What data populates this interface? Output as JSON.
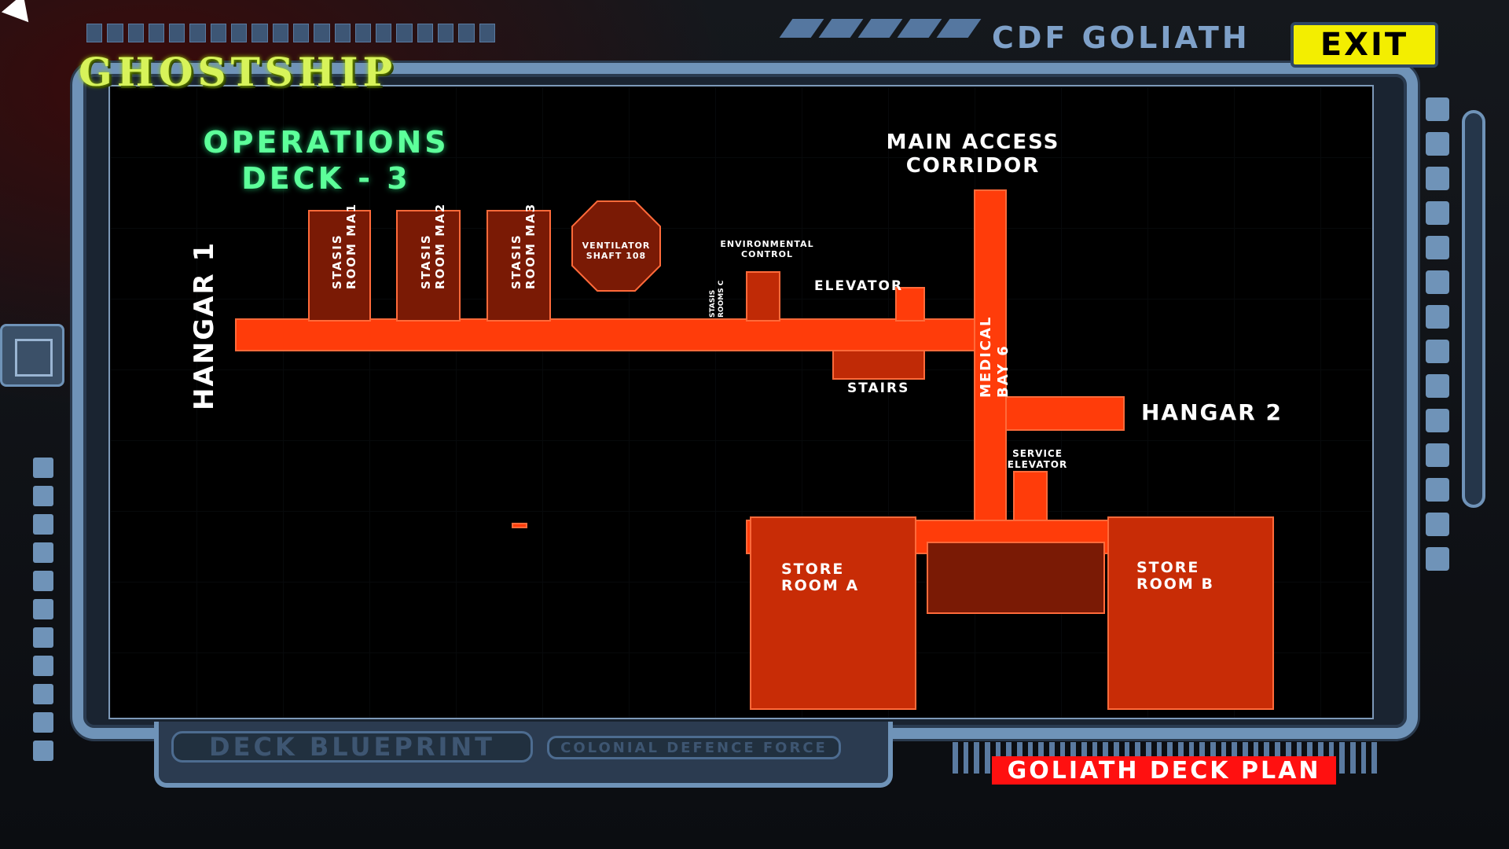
{
  "game": {
    "logo_text": "GHOSTSHIP"
  },
  "header": {
    "ship_name": "CDF GOLIATH",
    "exit_label": "EXIT"
  },
  "deck": {
    "title_line1": "OPERATIONS",
    "title_line2": "DECK - 3"
  },
  "map": {
    "hangar1": "HANGAR 1",
    "hangar2": "HANGAR 2",
    "stasis_ma1": [
      "STASIS",
      "ROOM MA1"
    ],
    "stasis_ma2": [
      "STASIS",
      "ROOM MA2"
    ],
    "stasis_ma3": [
      "STASIS",
      "ROOM MA3"
    ],
    "ventilator": [
      "VENTILATOR",
      "SHAFT 108"
    ],
    "environmental": [
      "ENVIRONMENTAL",
      "CONTROL"
    ],
    "stasis_rooms_c": [
      "STASIS",
      "ROOMS C"
    ],
    "elevator": "ELEVATOR",
    "stairs": "STAIRS",
    "main_access": [
      "MAIN ACCESS",
      "CORRIDOR"
    ],
    "medical_bay": [
      "MEDICAL",
      "BAY 6"
    ],
    "service_elevator": [
      "SERVICE",
      "ELEVATOR"
    ],
    "store_a": [
      "STORE",
      "ROOM A"
    ],
    "store_b": [
      "STORE",
      "ROOM B"
    ]
  },
  "footer": {
    "blueprint_label": "DECK BLUEPRINT",
    "org_label": "COLONIAL DEFENCE FORCE",
    "deck_plan_label": "GOLIATH DECK PLAN"
  },
  "colors": {
    "map_orange": "#ff3c0a",
    "frame_blue": "#6f93b8",
    "exit_yellow": "#f3ee00",
    "title_green": "#5dff9a"
  }
}
